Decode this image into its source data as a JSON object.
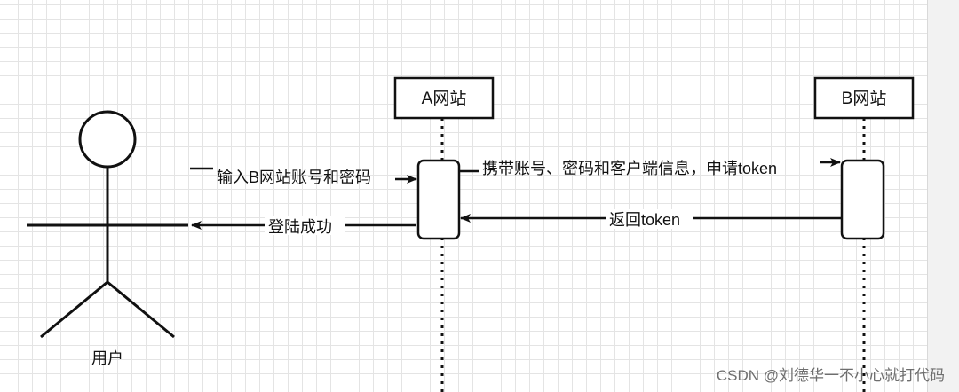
{
  "actor": {
    "label": "用户"
  },
  "lifelines": [
    {
      "label": "A网站"
    },
    {
      "label": "B网站"
    }
  ],
  "messages": [
    {
      "label": "输入B网站账号和密码"
    },
    {
      "label": "携带账号、密码和客户端信息，申请token"
    },
    {
      "label": "返回token"
    },
    {
      "label": "登陆成功"
    }
  ],
  "watermark": "CSDN @刘德华一不小心就打代码"
}
